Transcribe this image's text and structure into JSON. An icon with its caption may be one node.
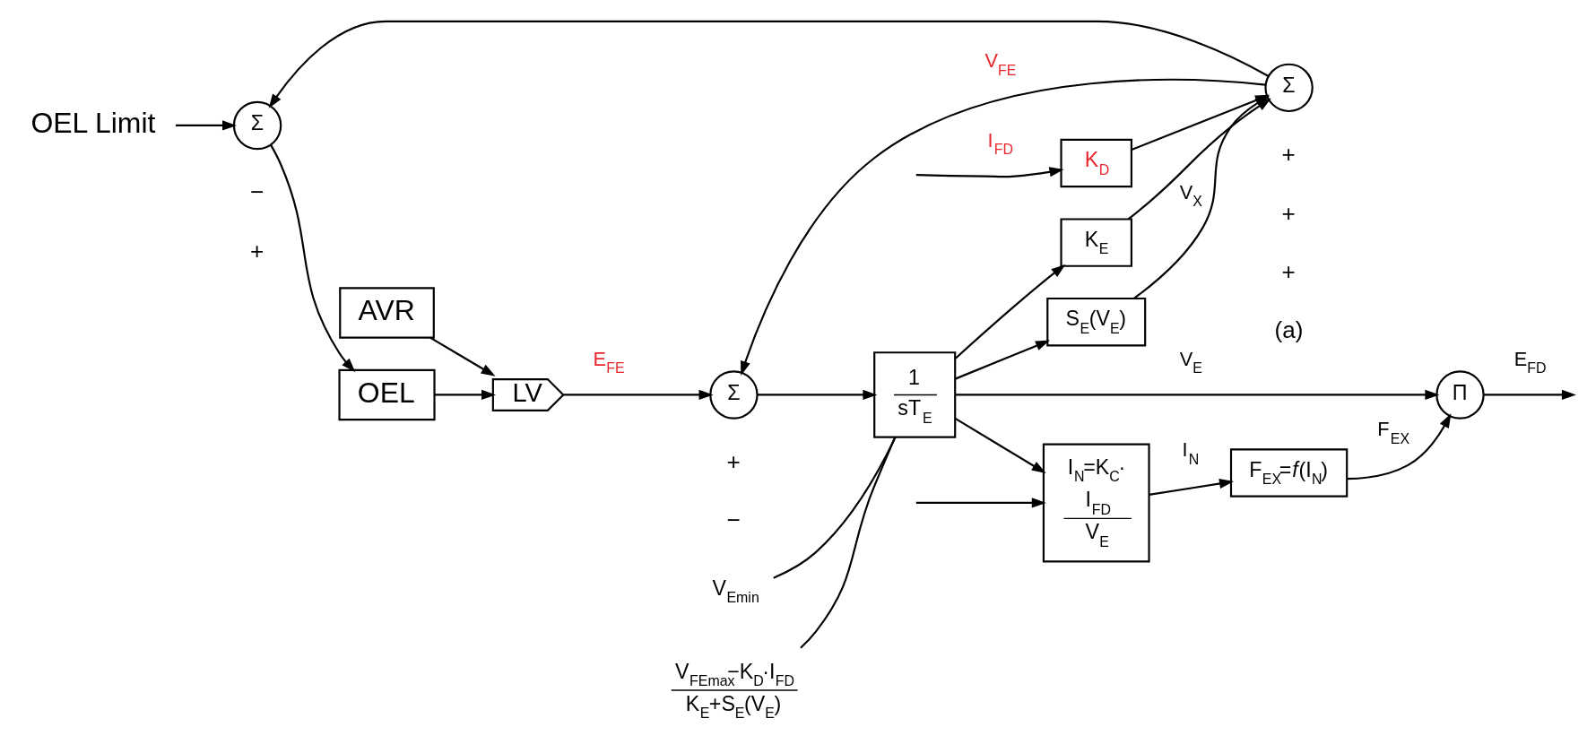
{
  "diagram": {
    "nodes": [
      {
        "text": [
          "OEL Limit"
        ]
      },
      {
        "text": [
          "Σ"
        ]
      },
      {
        "text": [
          "OEL"
        ]
      },
      {
        "text": [
          "AVR"
        ]
      },
      {
        "text": [
          "LV"
        ]
      },
      {
        "text": [
          "Σ"
        ]
      },
      {
        "text": [
          "1",
          "sT$_{E}$"
        ]
      },
      {
        "text": [
          "Π"
        ]
      },
      {
        "text": [
          "F$_{EX}$=*f*(I$_{N}$)"
        ]
      },
      {
        "text": [
          "I$_{N}$=K$_{C}$·",
          "I$_{FD}$",
          "V$_{E}$"
        ]
      },
      {
        "text": [
          "S$_{E}$(V$_{E}$)"
        ]
      },
      {
        "text": [
          "Σ"
        ]
      },
      {
        "text": [
          "K$_{E}$"
        ]
      },
      {
        "text": [
          "K$_{D}$"
        ]
      },
      {
        "text": [
          "V$_{FEmax}$−K$_{D}$·I$_{FD}$",
          "K$_{E}$+S$_{E}$(V$_{E}$)"
        ]
      },
      {
        "text": [
          "V$_{Emin}$"
        ]
      }
    ],
    "edges": [
      {
        "from": 0,
        "to": 1,
        "arrow": "to"
      },
      {
        "from": 1,
        "to": 2,
        "arrow": "to"
      },
      {
        "from": 3,
        "to": 4,
        "arrow": "to"
      },
      {
        "from": 2,
        "to": 4,
        "arrow": "to"
      },
      {
        "from": 4,
        "to": 5,
        "arrow": "to",
        "label": "E$_{FE}$"
      },
      {
        "from": 5,
        "to": 6,
        "arrow": "to"
      },
      {
        "from": 6,
        "to": 7,
        "arrow": "to",
        "label": "V$_{E}$"
      },
      {
        "from": 7,
        "to": null,
        "arrow": "to",
        "label": "E$_{FD}$"
      },
      {
        "from": 6,
        "to": 10,
        "arrow": "to"
      },
      {
        "from": 6,
        "to": 12,
        "arrow": "to"
      },
      {
        "from": 6,
        "to": 9,
        "arrow": "to"
      },
      {
        "from": null,
        "to": 13,
        "arrow": "to",
        "label": "I$_{FD}$"
      },
      {
        "from": null,
        "to": 9,
        "arrow": "to"
      },
      {
        "from": 9,
        "to": 8,
        "arrow": "to",
        "label": "I$_{N}$"
      },
      {
        "from": 8,
        "to": 7,
        "arrow": "to",
        "label": "F$_{EX}$"
      },
      {
        "from": 10,
        "to": 11,
        "arrow": "to",
        "label": "V$_{X}$"
      },
      {
        "from": 12,
        "to": 11,
        "arrow": "to"
      },
      {
        "from": 13,
        "to": 11,
        "arrow": "to"
      },
      {
        "from": 11,
        "to": 5,
        "arrow": "to",
        "label": "V$_{FE}$"
      },
      {
        "from": 11,
        "to": 1,
        "arrow": "to"
      },
      {
        "from": 14,
        "to": 6,
        "arrow": "none"
      },
      {
        "from": 15,
        "to": 6,
        "arrow": "none"
      }
    ],
    "labels": [
      "+",
      "−",
      "+",
      "−",
      "(a)",
      "+",
      "+",
      "+"
    ]
  }
}
